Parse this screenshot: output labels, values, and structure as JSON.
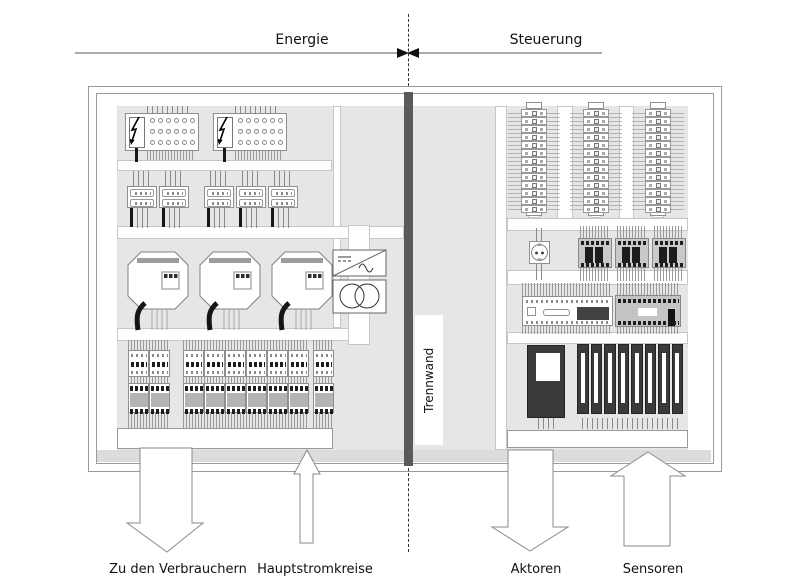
{
  "header": {
    "left_label": "Energie",
    "right_label": "Steuerung"
  },
  "cabinet": {
    "partition_label": "Trennwand",
    "energy_side": {
      "feed_terminal_blocks": 2,
      "breaker_groups": [
        2,
        3
      ],
      "motor_drives": 3,
      "drive_display_segments": 3,
      "terminal_strip_groups": [
        2,
        6,
        1
      ]
    },
    "control_side": {
      "terminal_columns": 3,
      "terminals_per_column": 13,
      "relay_modules": 3,
      "relay_slots_per_module": 2,
      "io_module_slots": 8
    }
  },
  "bottom_arrows": [
    {
      "label": "Zu den Verbrauchern",
      "direction": "down"
    },
    {
      "label": "Hauptstromkreise",
      "direction": "up"
    },
    {
      "label": "Aktoren",
      "direction": "down"
    },
    {
      "label": "Sensoren",
      "direction": "up"
    }
  ],
  "icons": {
    "feed_block": "lightning-icon",
    "power_supply": "dc-ac-converter-icon",
    "transformer": "transformer-icon",
    "socket": "schuko-socket-icon"
  },
  "colors": {
    "panel": "#e6e6e6",
    "partition": "#5a5a5a",
    "dark_module": "#3a3a3a",
    "relay_dark": "#1c1c1c",
    "cable": "#161616",
    "floor": "#dcdcdc"
  }
}
